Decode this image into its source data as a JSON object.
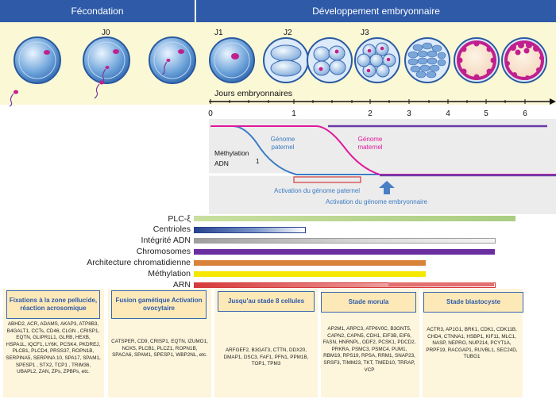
{
  "header": {
    "left_title": "Fécondation",
    "right_title": "Développement embryonnaire"
  },
  "stages": {
    "j0": "J0",
    "j1": "J1",
    "j2": "J2",
    "j3": "J3"
  },
  "timeline": {
    "title": "Jours embryonnaires",
    "ticks": [
      "0",
      "1",
      "2",
      "3",
      "4",
      "5",
      "6"
    ]
  },
  "methylation_panel": {
    "label_line1": "Méthylation",
    "label_line2": "ADN",
    "marker": "1",
    "paternal_genome": "Génome paternel",
    "maternal_genome": "Génome maternel",
    "paternal_activation": "Activation du génome paternel",
    "embryonic_activation": "Activation du génome embryonnaire",
    "colors": {
      "paternal": "#3c7cc4",
      "maternal": "#e0189c",
      "baseline": "#6a3aa8"
    }
  },
  "factors": [
    {
      "label": "PLC-ξ",
      "color": "#b5d38a"
    },
    {
      "label": "Centrioles",
      "color": "#2e4a9a"
    },
    {
      "label": "Intégrité ADN",
      "color": "#b8b8b8"
    },
    {
      "label": "Chromosomes",
      "color": "#6a2ea0"
    },
    {
      "label": "Architecture chromatidienne",
      "color": "#d8823a"
    },
    {
      "label": "Méthylation",
      "color": "#f4e800"
    },
    {
      "label": "ARN",
      "color": "#d63a3a"
    }
  ],
  "cards": [
    {
      "title": "Fixations à la zone pellucide, réaction acrosomique",
      "body": "ABHD2, ACR, ADAMS, AKAP3, ATP8B3, B4GALT1, CCTs, CD46, CLGN , CRISP1, EQTN, GLIPR1L1, GLRB, HEXB, HSPA1L, IQCF1, LY6K, PCSK4, PKDREJ, PLCB1, PLCD4, PRSS37, ROPN1B, SERPINA5, SERPINA 10, SPA17, SPAM1, SPESP1 , STX2, TCP1 , TRIM36, UBAPL2, ZAN, ZPs, ZPBPs, etc."
    },
    {
      "title": "Fusion gamétique Activation ovocytaire",
      "body": "CATSPER, CD9, CRISP1, EQTN, IZUMO1, NOX5, PLCB1, PLCZ1, ROPN1B, SPACA6, SPAM1, SPESP1, WBP2NL, etc."
    },
    {
      "title": "Jusqu'au stade 8 cellules",
      "body": "ARFGEF2, B3GAT3, CTTN, DDX20, DMAP1, DSC3, FAF1, PFN1, PPM1B, TOP1, TPM3"
    },
    {
      "title": "Stade morula",
      "body": "AP2M1, ARPC3, ATP6V0C, B3GNT5, CAPN2, CAPN5, CDH1, EIF3B, EIF6, FASN, HNRNPL, ODF2, PCSK1, PDCD2, PRKRA, PSMC3, PSMC4, PUM1, RBM19, RPS19, RPSA, RRM1, SNAP23, SRSF3, TIMM23, TKT, TMED10, TRRAP, VCP"
    },
    {
      "title": "Stade blastocyste",
      "body": "ACTR3, AP1G1, BRK1, CDK1, CDK11B, CHD4, CTNNA1, HSBP1, KIF11, MLC1, NASP, NEPRO, NUP214, PCYT1A, PRPF19, RACGAP1, RUVBL1, SEC24D, TUBG1"
    }
  ]
}
